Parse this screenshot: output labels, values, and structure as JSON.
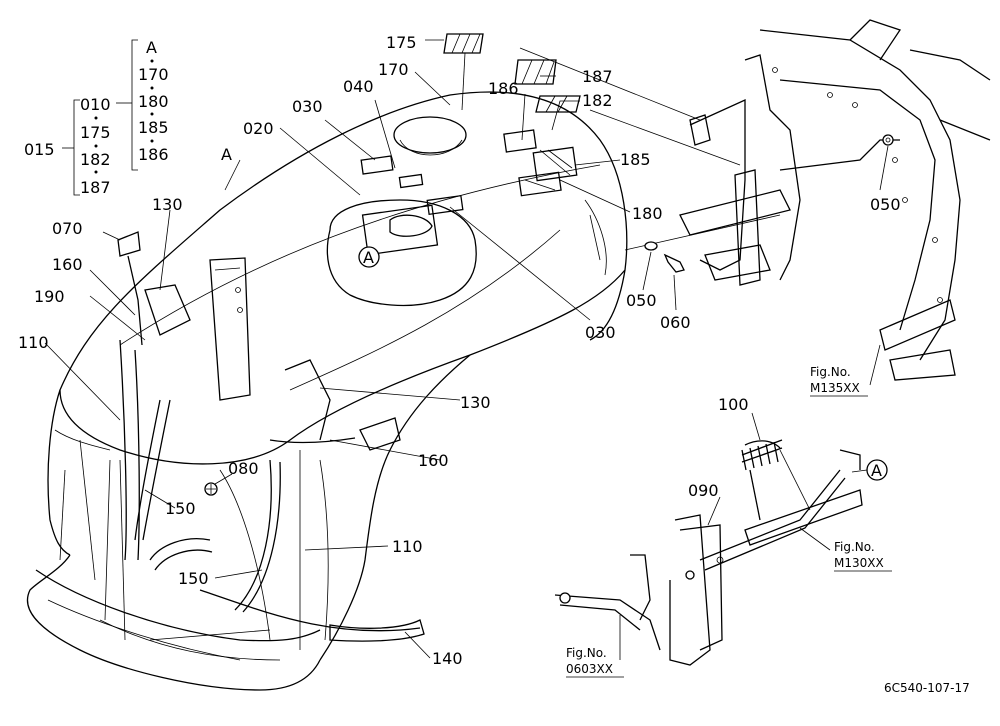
{
  "diagram": {
    "part_labels": {
      "p015": "015",
      "p010": "010",
      "p175a": "175",
      "p182a": "182",
      "p187a": "187",
      "pA_kit": "A",
      "p170a": "170",
      "p180a": "180",
      "p185a": "185",
      "p186a": "186",
      "p175": "175",
      "p170": "170",
      "p187": "187",
      "p186": "186",
      "p182": "182",
      "p185": "185",
      "p180": "180",
      "p040": "040",
      "p030a": "030",
      "p020": "020",
      "p030b": "030",
      "pA_hood": "A",
      "pA_circle1": "A",
      "p130a": "130",
      "p070": "070",
      "p160a": "160",
      "p190": "190",
      "p110a": "110",
      "p050a": "050",
      "p060": "060",
      "p050b": "050",
      "p130b": "130",
      "p160b": "160",
      "p080": "080",
      "p150a": "150",
      "p110b": "110",
      "p150b": "150",
      "p140": "140",
      "p100": "100",
      "pA_circle2": "A",
      "p090": "090"
    },
    "fig_refs": {
      "m135_title": "Fig.No.",
      "m135_code": "M135XX",
      "m130_title": "Fig.No.",
      "m130_code": "M130XX",
      "f0603_title": "Fig.No.",
      "f0603_code": "0603XX"
    },
    "drawing_id": "6C540-107-17"
  }
}
